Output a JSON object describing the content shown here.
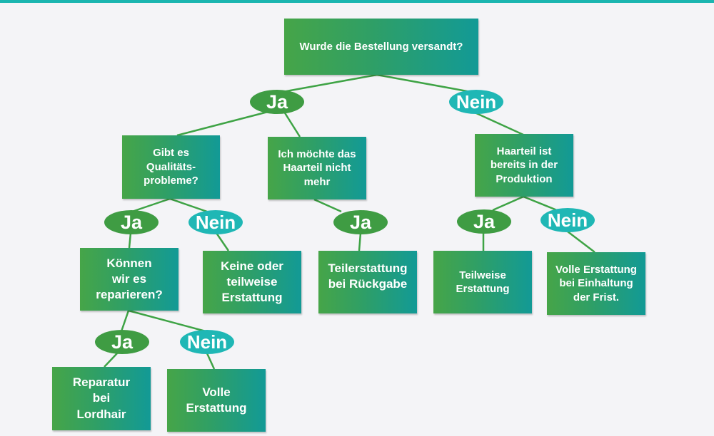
{
  "colors": {
    "accent_bar": "#1bb5b0",
    "box_start": "#46a548",
    "box_end": "#129a96",
    "ja": "#3f9c43",
    "nein": "#1fb7b5",
    "connector": "#3ea345"
  },
  "root": {
    "text": "Wurde die Bestellung versandt?"
  },
  "labels": {
    "root_ja": "Ja",
    "root_nein": "Nein",
    "quality_ja": "Ja",
    "quality_nein": "Nein",
    "dontwant_ja": "Ja",
    "production_ja": "Ja",
    "production_nein": "Nein",
    "repair_ja": "Ja",
    "repair_nein": "Nein"
  },
  "nodes": {
    "quality": "Gibt es\nQualitäts-\nprobleme?",
    "dont_want": "Ich möchte das\nHaarteil nicht\nmehr",
    "in_production": "Haarteil ist\nbereits in der\nProduktion",
    "can_repair": "Können\nwir es\nreparieren?",
    "no_or_partial_refund": "Keine oder\nteilweise\nErstattung",
    "partial_refund_return": "Teilerstattung\nbei Rückgabe",
    "partial_refund": "Teilweise\nErstattung",
    "full_refund_deadline": "Volle Erstattung\nbei Einhaltung\nder Frist.",
    "repair_lordhair": "Reparatur\nbei\nLordhair",
    "full_refund": "Volle\nErstattung"
  }
}
